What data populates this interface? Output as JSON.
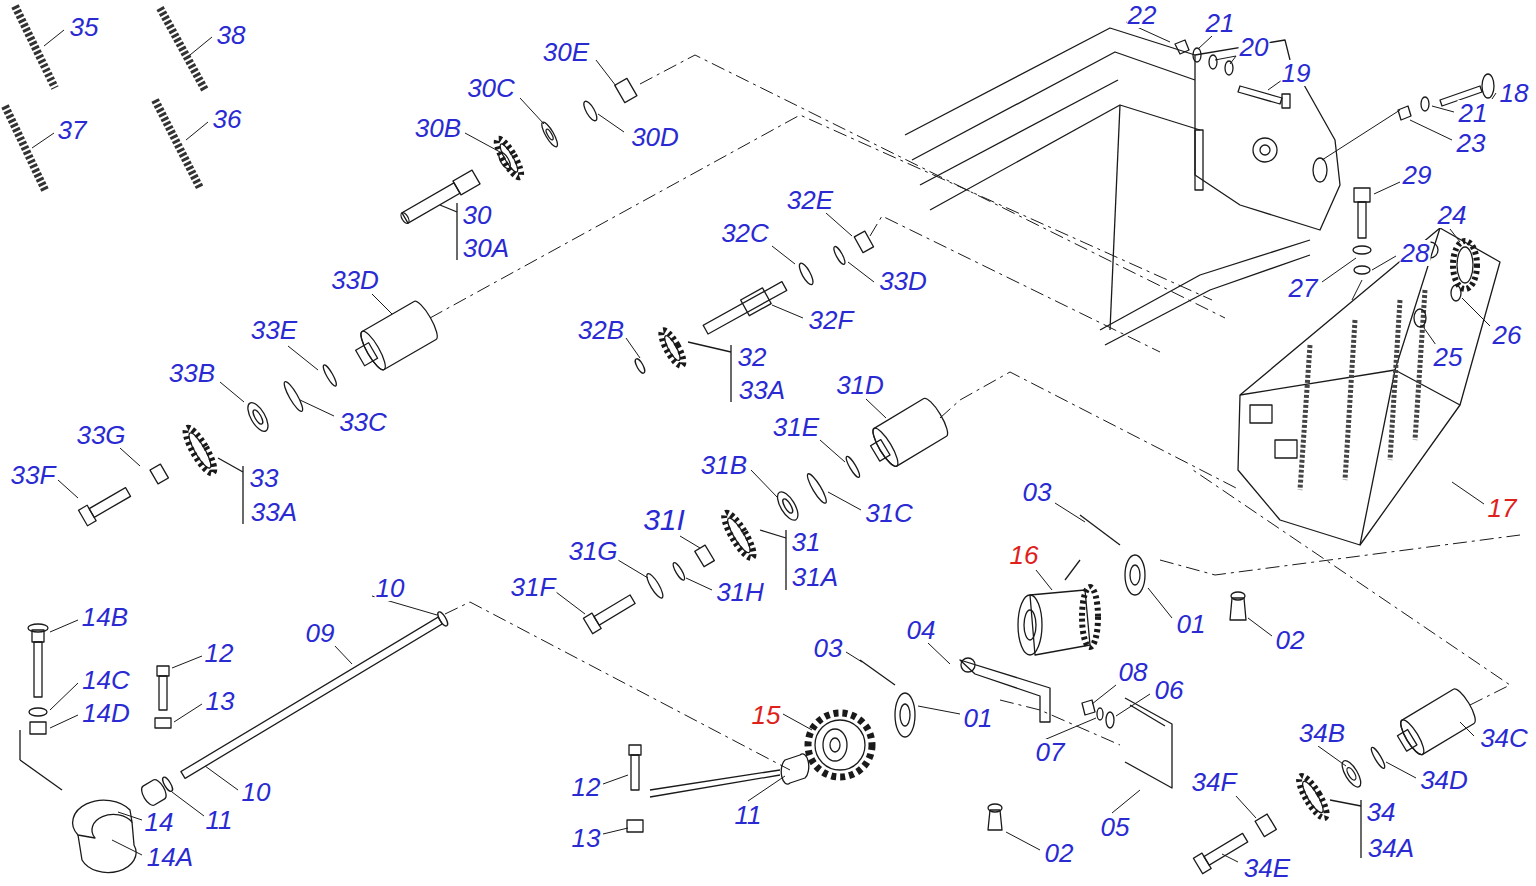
{
  "diagram": {
    "labels": [
      "35",
      "38",
      "37",
      "36",
      "30E",
      "22",
      "21",
      "20",
      "19",
      "18",
      "21",
      "23",
      "30C",
      "30B",
      "30D",
      "30",
      "30A",
      "29",
      "24",
      "32E",
      "32C",
      "28",
      "27",
      "33D",
      "33D",
      "32F",
      "32B",
      "26",
      "25",
      "32",
      "33A",
      "33E",
      "33B",
      "33C",
      "31D",
      "31E",
      "33G",
      "31B",
      "33F",
      "33",
      "33A",
      "03",
      "17",
      "31C",
      "31I",
      "31",
      "31A",
      "16",
      "31G",
      "31F",
      "31H",
      "10",
      "09",
      "01",
      "02",
      "14B",
      "04",
      "12",
      "03",
      "08",
      "06",
      "14C",
      "13",
      "14D",
      "15",
      "01",
      "34B",
      "34C",
      "07",
      "12",
      "10",
      "34F",
      "34D",
      "14",
      "11",
      "11",
      "34",
      "13",
      "05",
      "14A",
      "02",
      "34A",
      "34E"
    ]
  }
}
